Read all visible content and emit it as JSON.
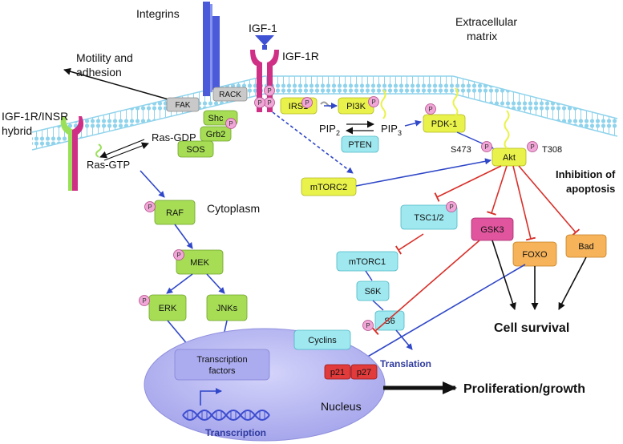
{
  "labels": {
    "integrins": "Integrins",
    "igf1": "IGF-1",
    "igf1r": "IGF-1R",
    "extracellular_1": "Extracellular",
    "extracellular_2": "matrix",
    "motility_1": "Motility and",
    "motility_2": "adhesion",
    "hybrid_1": "IGF-1R/INSR",
    "hybrid_2": "hybrid",
    "ras_gdp": "Ras-GDP",
    "ras_gtp": "Ras-GTP",
    "pip2": "PIP",
    "pip2_sub": "2",
    "pip3": "PIP",
    "pip3_sub": "3",
    "s473": "S473",
    "t308": "T308",
    "cytoplasm": "Cytoplasm",
    "inhibition_1": "Inhibition of",
    "inhibition_2": "apoptosis",
    "cell_survival": "Cell survival",
    "translation": "Translation",
    "nucleus": "Nucleus",
    "transcription": "Transcription",
    "proliferation": "Proliferation/growth",
    "phospho": "P"
  },
  "boxes": {
    "fak": "FAK",
    "rack": "RACK",
    "shc": "Shc",
    "grb2": "Grb2",
    "sos": "SOS",
    "irs1": "IRS1",
    "pi3k": "PI3K",
    "pten": "PTEN",
    "pdk1": "PDK-1",
    "akt": "Akt",
    "mtorc2": "mTORC2",
    "raf": "RAF",
    "mek": "MEK",
    "erk": "ERK",
    "jnks": "JNKs",
    "tsc": "TSC1/2",
    "gsk3": "GSK3",
    "foxo": "FOXO",
    "bad": "Bad",
    "mtorc1": "mTORC1",
    "s6k": "S6K",
    "s6": "S6",
    "cyclins": "Cyclins",
    "tf_1": "Transcription",
    "tf_2": "factors",
    "p21": "p21",
    "p27": "p27"
  },
  "colors": {
    "membrane": "#8fd3ec",
    "green_box": "#a6dd55",
    "yellow_box": "#e9f24a",
    "cyan_box": "#9fe8f0",
    "grey_box": "#c9c9c9",
    "magenta_box": "#e0559e",
    "orange_box": "#f6b35a",
    "red_box": "#e23b3b",
    "nucleus": "#b8b8f2",
    "phospho": "#f0a6d6",
    "activation_arrow": "#2f47c8",
    "inhibition_arrow": "#d8302a",
    "receptor": "#d02f86",
    "integrin": "#4a5ad8"
  }
}
